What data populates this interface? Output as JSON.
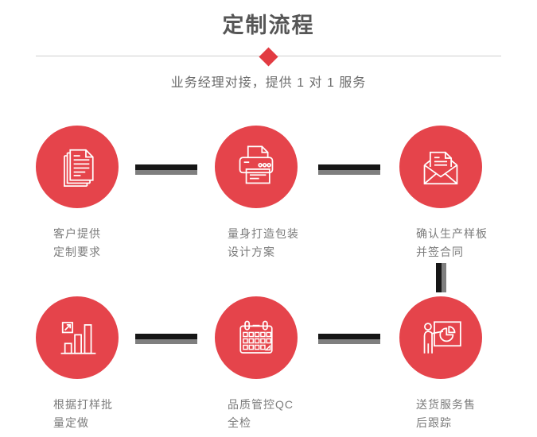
{
  "header": {
    "title": "定制流程",
    "subtitle": "业务经理对接，提供 1 对 1 服务"
  },
  "colors": {
    "circle_red": "#e5444b",
    "diamond_red": "#e23b42",
    "connector_black": "#161616",
    "connector_gray": "#7f7f7f",
    "divider_gray": "#cfcfcf",
    "title_gray": "#565656",
    "label_gray": "#7b7b7b"
  },
  "steps": [
    {
      "icon": "documents-icon",
      "label_line1": "客户提供",
      "label_line2": "定制要求"
    },
    {
      "icon": "printer-icon",
      "label_line1": "量身打造包装",
      "label_line2": "设计方案"
    },
    {
      "icon": "envelope-icon",
      "label_line1": "确认生产样板",
      "label_line2": "并签合同"
    },
    {
      "icon": "bar-chart-icon",
      "label_line1": "根据打样批",
      "label_line2": "量定做"
    },
    {
      "icon": "calendar-icon",
      "label_line1": "品质管控QC",
      "label_line2": "全检"
    },
    {
      "icon": "presentation-icon",
      "label_line1": "送货服务售",
      "label_line2": "后跟踪"
    }
  ]
}
